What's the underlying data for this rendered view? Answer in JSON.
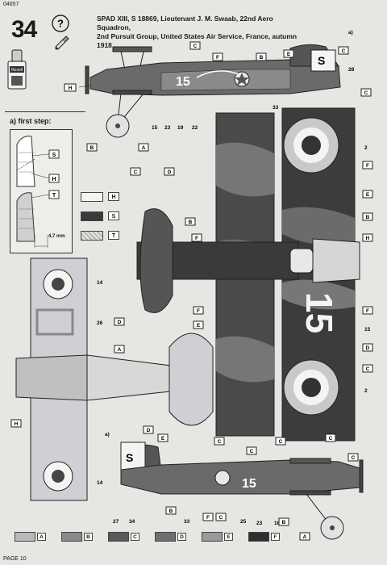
{
  "page_code": "04657",
  "step_number": "34",
  "title": {
    "line1": "SPAD XIII, S 18869, Lieutenant J. M. Swaab, 22nd Aero Squadron,",
    "line2": "2nd Pursuit Group, United States Air Service, France, autumn 1918"
  },
  "paint_pot_label": "Revell",
  "first_step_label": "a) first step:",
  "dimension_label": "4,7 mm",
  "variant_label": "a)",
  "aircraft_number": "15",
  "fuselage_letter": "S",
  "legend": [
    {
      "letter": "H",
      "color": "#f4f4f2"
    },
    {
      "letter": "S",
      "color": "#3a3a3a"
    },
    {
      "letter": "T",
      "color": "#b8b8b8"
    }
  ],
  "bottom_bar": [
    {
      "letter": "A",
      "color": "#b9b9b9"
    },
    {
      "letter": "B",
      "color": "#8a8a8a"
    },
    {
      "letter": "C",
      "color": "#5a5a5a"
    },
    {
      "letter": "D",
      "color": "#6f6f6f"
    },
    {
      "letter": "E",
      "color": "#9a9a9a"
    },
    {
      "letter": "F",
      "color": "#2e2e2e"
    }
  ],
  "top_side_callouts": [
    "H",
    "F",
    "C",
    "B",
    "E",
    "C",
    "28",
    "C",
    "33",
    "22",
    "15",
    "23",
    "19",
    "B",
    "A"
  ],
  "upper_wing_callouts": [
    "2",
    "F",
    "E",
    "B",
    "H",
    "F",
    "D",
    "C",
    "15",
    "2",
    "C",
    "C",
    "E",
    "F",
    "C",
    "D",
    "B",
    "F",
    "D",
    "E",
    "A"
  ],
  "lower_wing_callouts": [
    "14",
    "26",
    "H",
    "14"
  ],
  "bottom_side_callouts": [
    "D",
    "E",
    "C",
    "C",
    "C",
    "27",
    "34",
    "B",
    "33",
    "F",
    "C",
    "25",
    "23",
    "16",
    "B",
    "A"
  ],
  "page_label": "PAGE 10"
}
